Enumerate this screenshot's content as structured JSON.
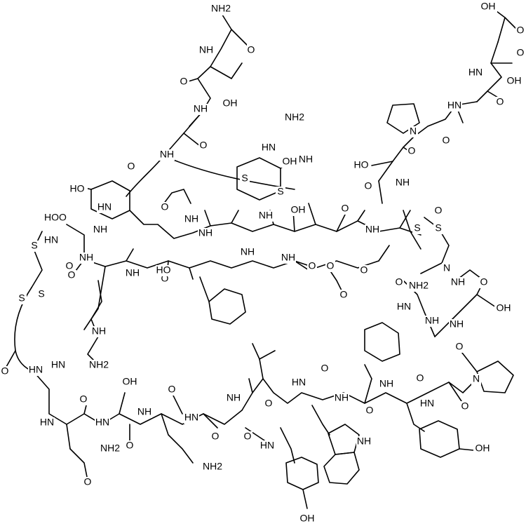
{
  "diagram": {
    "labels": {
      "nh2": "NH2",
      "nh": "NH",
      "hn": "HN",
      "n": "N",
      "o": "O",
      "oh": "OH",
      "ho": "HO",
      "hoo": "HOO",
      "s": "S"
    }
  }
}
